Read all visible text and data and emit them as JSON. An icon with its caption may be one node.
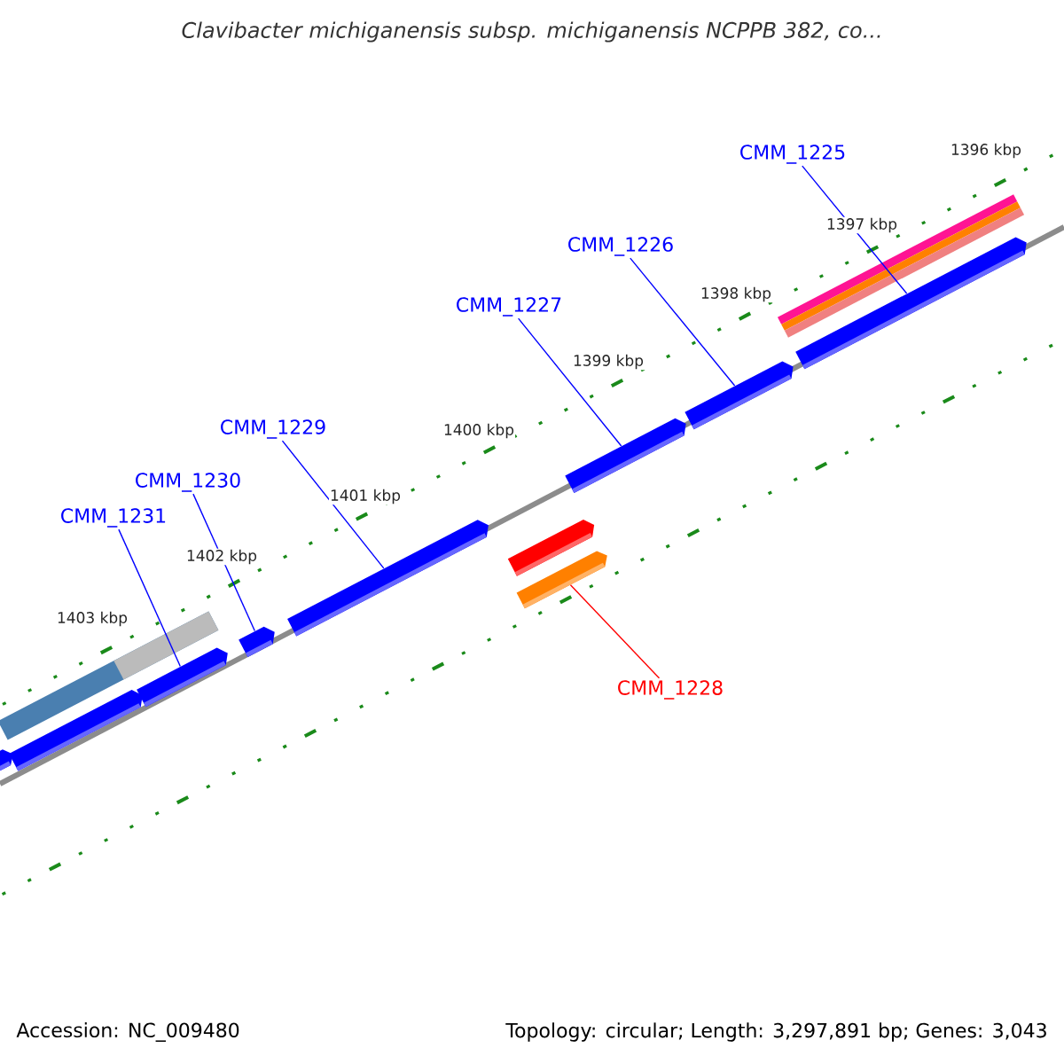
{
  "diagram": {
    "title": "Clavibacter michiganensis subsp. michiganensis NCPPB 382, co...",
    "nodes": [
      {
        "text": [
          "CMM_1225"
        ]
      },
      {
        "text": [
          "CMM_1226"
        ]
      },
      {
        "text": [
          "CMM_1227"
        ]
      },
      {
        "text": [
          "CMM_1229"
        ]
      },
      {
        "text": [
          "CMM_1230"
        ]
      },
      {
        "text": [
          "CMM_1231"
        ]
      },
      {
        "text": [],
        "shape": "box"
      },
      {
        "text": [],
        "shape": "box"
      },
      {
        "text": [],
        "shape": "bar"
      },
      {
        "text": [],
        "shape": "box"
      },
      {
        "text": [],
        "shape": "box"
      },
      {
        "text": [],
        "shape": "box"
      },
      {
        "text": [],
        "shape": "box"
      },
      {
        "text": [],
        "shape": "box"
      },
      {
        "text": [],
        "shape": "box"
      },
      {
        "text": [],
        "shape": "box"
      },
      {
        "text": [],
        "shape": "bar"
      },
      {
        "text": [],
        "shape": "box"
      },
      {
        "text": [
          "CMM_1228"
        ]
      }
    ],
    "edges": [
      {
        "from": 0,
        "to": 17,
        "arrow": "none"
      },
      {
        "from": 1,
        "to": 15,
        "arrow": "none"
      },
      {
        "from": 2,
        "to": 14,
        "arrow": "none"
      },
      {
        "from": 3,
        "to": 11,
        "arrow": "none"
      },
      {
        "from": 4,
        "to": 10,
        "arrow": "none"
      },
      {
        "from": 5,
        "to": 9,
        "arrow": "none"
      },
      {
        "from": 18,
        "to": 13,
        "arrow": "none",
        "color": "#ff0000"
      }
    ],
    "labels": [
      "1396 kbp",
      "1397 kbp",
      "1398 kbp",
      "1399 kbp",
      "1400 kbp",
      "1401 kbp",
      "1402 kbp",
      "1403 kbp",
      "Accession: NC_009480",
      "Topology: circular; Length: 3,297,891 bp; Genes: 3,043"
    ]
  }
}
